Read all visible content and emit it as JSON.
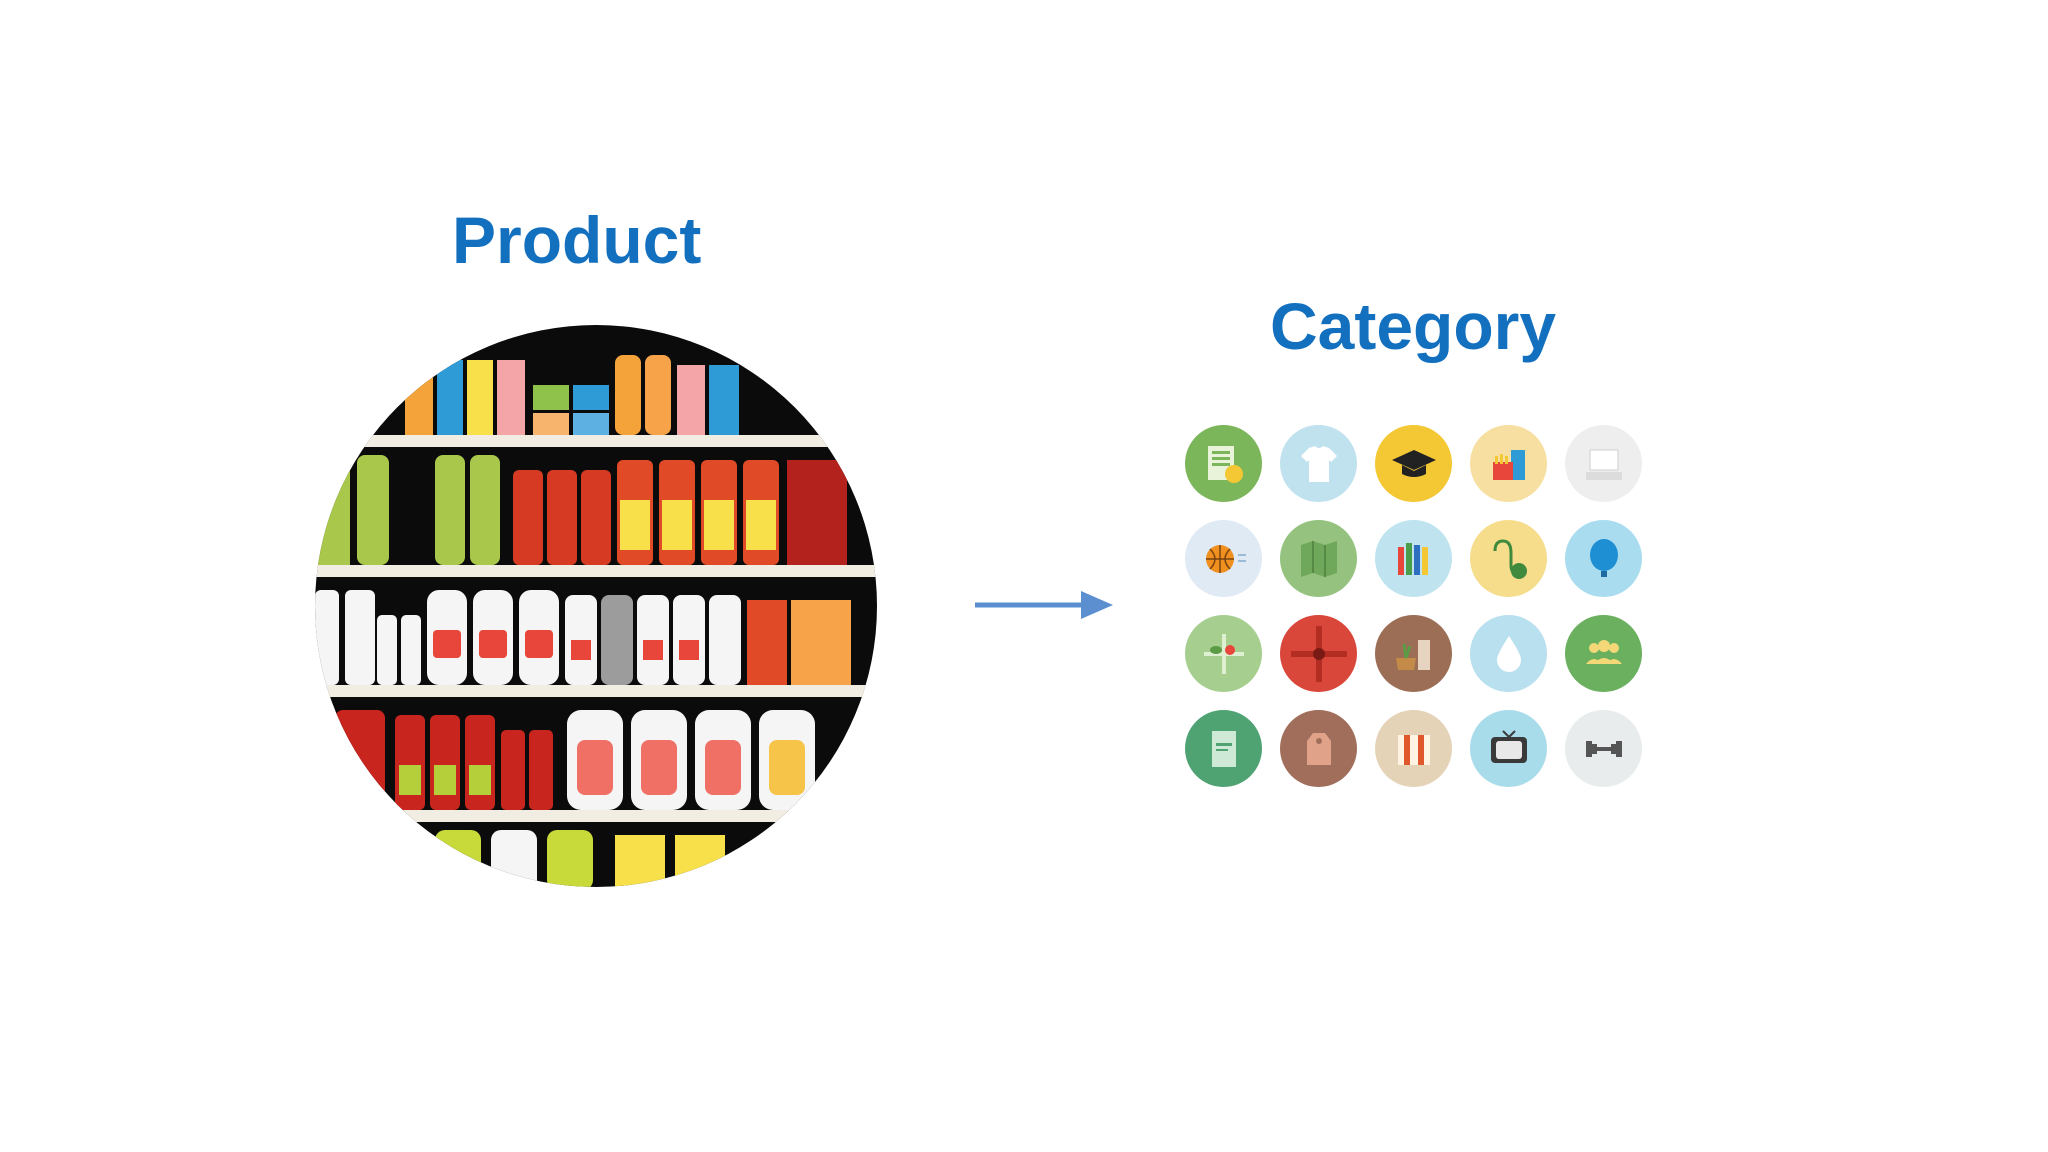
{
  "slide": {
    "product_title": "Product",
    "category_title": "Category"
  },
  "arrow": {
    "color": "#5b8fd0",
    "direction": "right"
  },
  "colors": {
    "heading": "#1270bf"
  },
  "category_icons": [
    {
      "name": "finance-icon",
      "bg": "#7cb65a"
    },
    {
      "name": "tshirt-icon",
      "bg": "#bfe2ee"
    },
    {
      "name": "graduation-cap-icon",
      "bg": "#f4c734"
    },
    {
      "name": "fast-food-icon",
      "bg": "#f6dfa0"
    },
    {
      "name": "laptop-icon",
      "bg": "#eeeeee"
    },
    {
      "name": "basketball-icon",
      "bg": "#dfeaf5"
    },
    {
      "name": "map-icon",
      "bg": "#95c37f"
    },
    {
      "name": "crayons-icon",
      "bg": "#bfe4ef"
    },
    {
      "name": "charger-plug-icon",
      "bg": "#f6dd8c"
    },
    {
      "name": "balloon-icon",
      "bg": "#a9dcef"
    },
    {
      "name": "garden-icon",
      "bg": "#a6cf8f"
    },
    {
      "name": "gift-icon",
      "bg": "#d9463a"
    },
    {
      "name": "home-decor-icon",
      "bg": "#9c6e56"
    },
    {
      "name": "water-drop-icon",
      "bg": "#b9e0ef"
    },
    {
      "name": "group-icon",
      "bg": "#6ab05f"
    },
    {
      "name": "discount-coupon-icon",
      "bg": "#4fa373"
    },
    {
      "name": "price-tag-icon",
      "bg": "#a06e5a"
    },
    {
      "name": "books-icon",
      "bg": "#e5d3b8"
    },
    {
      "name": "tv-icon",
      "bg": "#a8dcea"
    },
    {
      "name": "dumbbell-icon",
      "bg": "#e8ecec"
    }
  ]
}
